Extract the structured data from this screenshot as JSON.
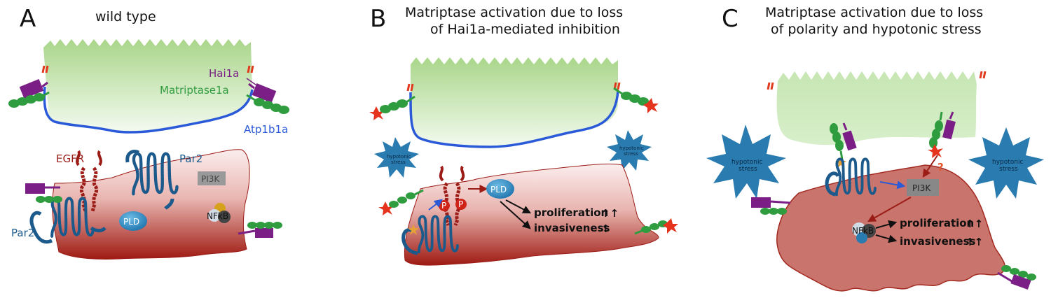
{
  "panels": {
    "a": {
      "letter": "A",
      "title": "wild type"
    },
    "b": {
      "letter": "B",
      "title_line1": "Matriptase activation due to loss",
      "title_line2": "of Hai1a-mediated inhibition"
    },
    "c": {
      "letter": "C",
      "title_line1": "Matriptase activation due to loss",
      "title_line2": "of polarity and hypotonic stress"
    }
  },
  "labels": {
    "hai1a": "Hai1a",
    "matriptase": "Matriptase1a",
    "atp1b1a": "Atp1b1a",
    "egfr": "EGFR",
    "par2_top": "Par2",
    "par2_left": "Par2",
    "pi3k": "PI3K",
    "pld": "PLD",
    "nfkb": "NFkB",
    "proliferation": "proliferation",
    "invasiveness": "invasiveness",
    "hypotonic": "hypotonic",
    "stress": "stress",
    "p": "P",
    "question": "?"
  },
  "colors": {
    "green_cell": "#b7dd9a",
    "red_cell": "#b2291f",
    "membrane_blue": "#2a5ad8",
    "par2_blue": "#1d5a8c",
    "egfr_red": "#9c1c17",
    "hai1a_purple": "#7b1f86",
    "matriptase_green": "#2f9d3f",
    "star_blue": "#2a7bb0",
    "star_red": "#e5331e",
    "pld_blue": "#2e8fca",
    "pi3k_gray": "#8a8a8a"
  }
}
